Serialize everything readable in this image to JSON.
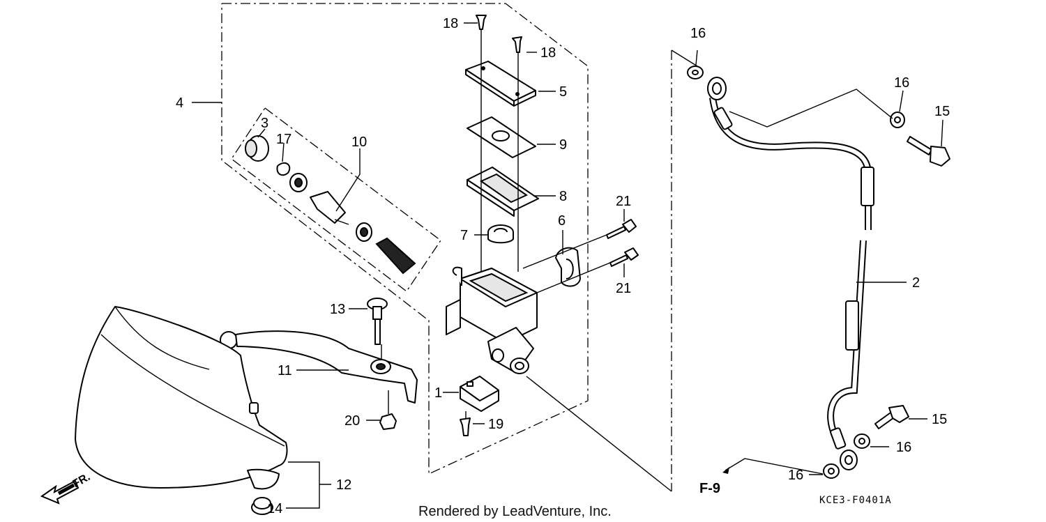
{
  "callouts": {
    "c1": "1",
    "c2": "2",
    "c3": "3",
    "c4": "4",
    "c5": "5",
    "c6": "6",
    "c7": "7",
    "c8": "8",
    "c9": "9",
    "c10": "10",
    "c11": "11",
    "c12": "12",
    "c13": "13",
    "c14": "14",
    "c15a": "15",
    "c15b": "15",
    "c16a": "16",
    "c16b": "16",
    "c16c": "16",
    "c16d": "16",
    "c17": "17",
    "c18a": "18",
    "c18b": "18",
    "c19": "19",
    "c20": "20",
    "c21a": "21",
    "c21b": "21"
  },
  "reference_label": "F-9",
  "direction_label": "FR.",
  "diagram_code": "KCE3-F0401A",
  "credit": "Rendered by LeadVenture, Inc."
}
